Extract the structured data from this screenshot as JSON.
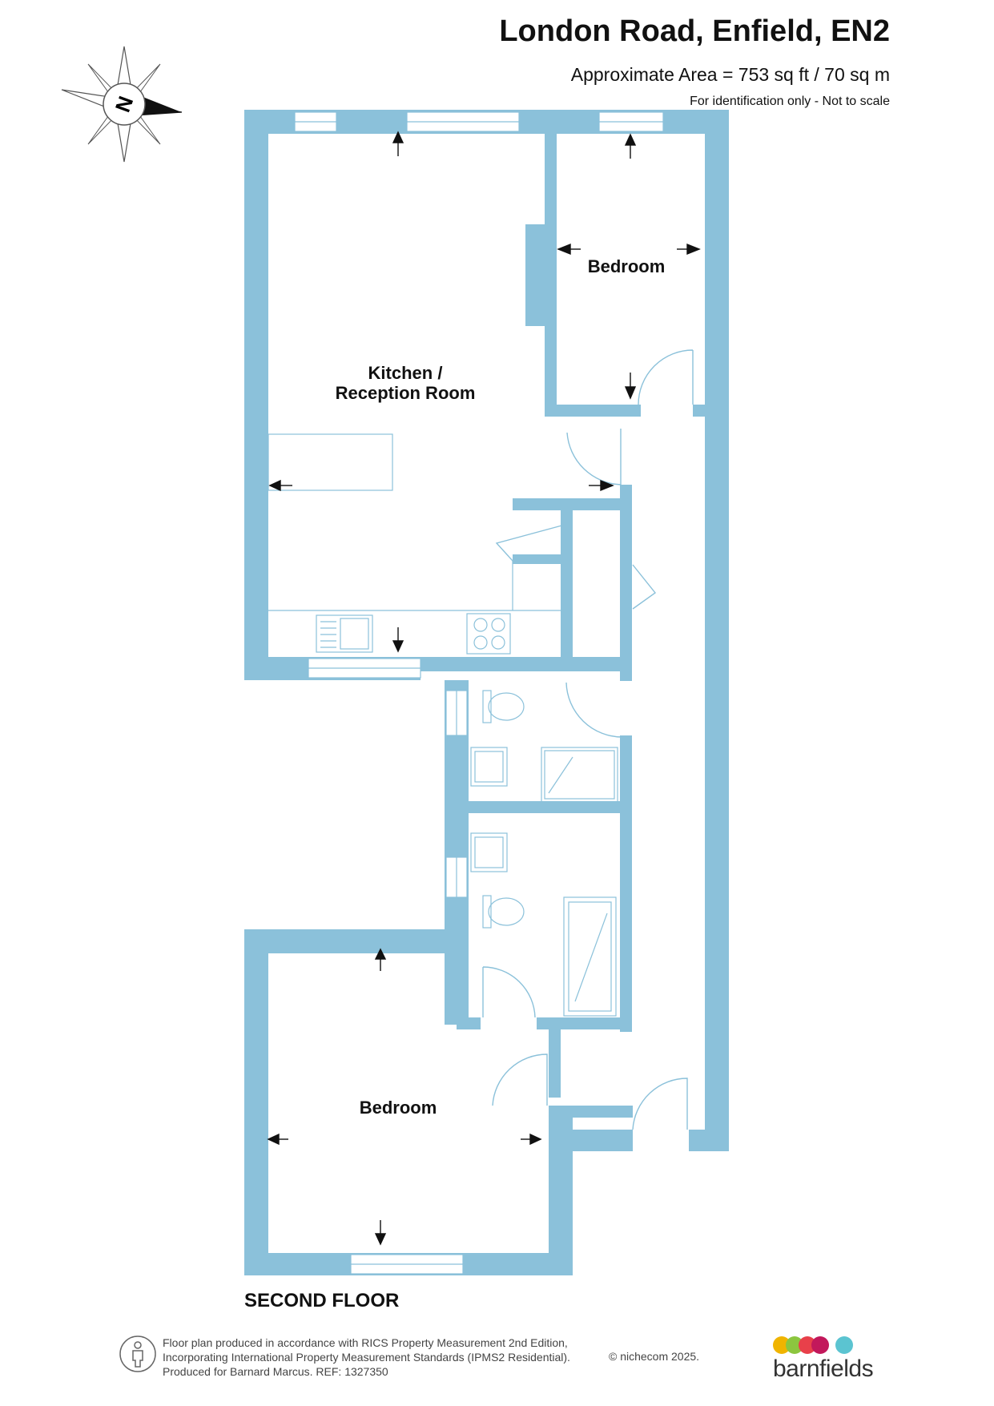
{
  "header": {
    "title": "London Road, Enfield, EN2",
    "area": "Approximate Area = 753 sq ft / 70 sq m",
    "note": "For identification only - Not to scale"
  },
  "compass": {
    "label": "N"
  },
  "rooms": {
    "kitchen_line1": "Kitchen /",
    "kitchen_line2": "Reception Room",
    "bedroom_top": "Bedroom",
    "bedroom_bottom": "Bedroom"
  },
  "floor_label": "SECOND FLOOR",
  "footer": {
    "line1": "Floor plan produced in accordance with RICS Property Measurement 2nd Edition,",
    "line2": "Incorporating International Property Measurement Standards (IPMS2 Residential).",
    "line3": "Produced for Barnard Marcus.   REF:  1327350",
    "copyright": "© nichecom 2025."
  },
  "logo": {
    "text": "barnfields",
    "dot_colors": [
      "#f0b400",
      "#8cc63f",
      "#e8404a",
      "#c2185b",
      "#5bc4d1"
    ]
  },
  "colors": {
    "wall": "#8bc1da",
    "line": "#8bc1da"
  }
}
